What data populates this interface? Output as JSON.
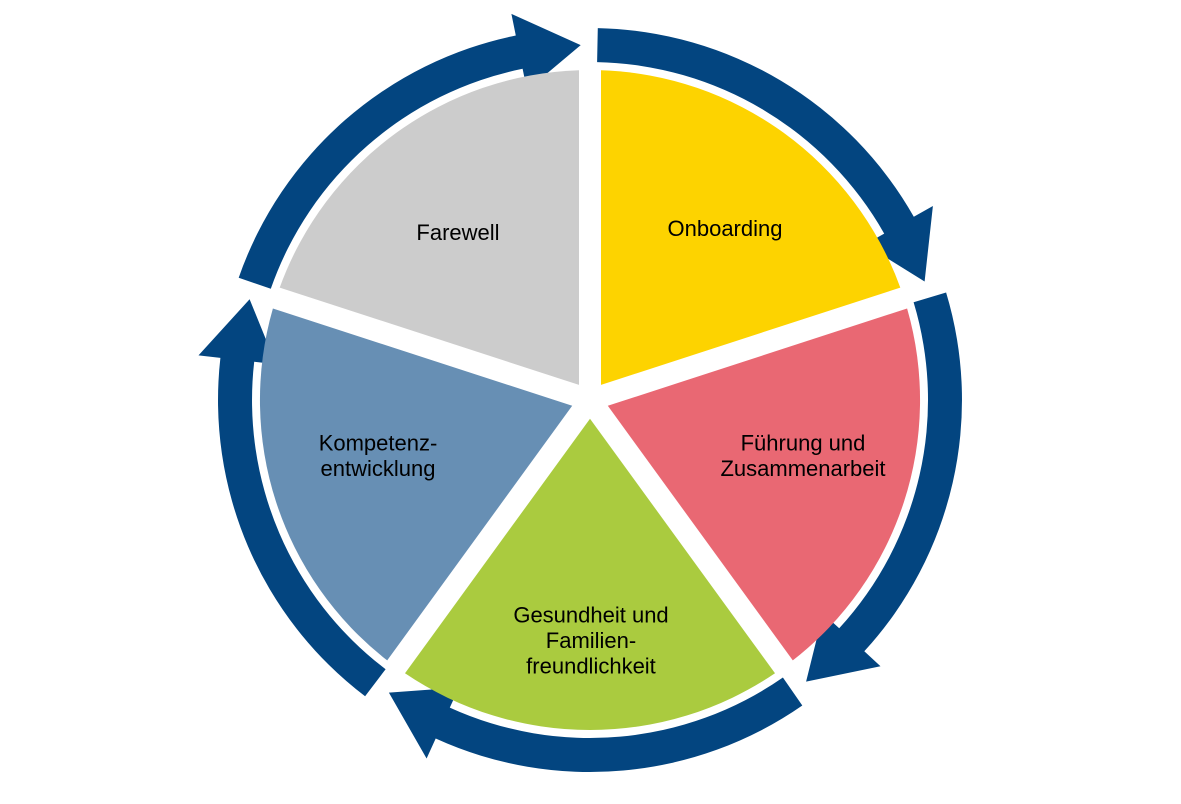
{
  "cycle": {
    "arrow_color": "#034580",
    "segments": [
      {
        "name": "onboarding",
        "label_lines": [
          "Onboarding"
        ],
        "color": "#FDD300"
      },
      {
        "name": "fuehrung",
        "label_lines": [
          "Führung und",
          "Zusammenarbeit"
        ],
        "color": "#E96873"
      },
      {
        "name": "gesundheit",
        "label_lines": [
          "Gesundheit und",
          "Familien-",
          "freundlichkeit"
        ],
        "color": "#AACB3F"
      },
      {
        "name": "kompetenz",
        "label_lines": [
          "Kompetenz-",
          "entwicklung"
        ],
        "color": "#678FB4"
      },
      {
        "name": "farewell",
        "label_lines": [
          "Farewell"
        ],
        "color": "#CCCCCC"
      }
    ]
  }
}
